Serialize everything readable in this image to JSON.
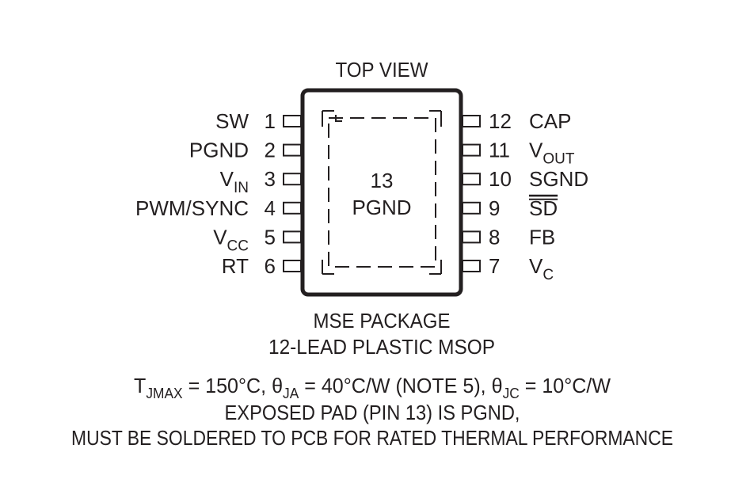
{
  "header": {
    "view_label": "TOP VIEW"
  },
  "left_pins": [
    {
      "num": "1",
      "name": "SW",
      "sub": "",
      "overline": false
    },
    {
      "num": "2",
      "name": "PGND",
      "sub": "",
      "overline": false
    },
    {
      "num": "3",
      "name": "V",
      "sub": "IN",
      "overline": false
    },
    {
      "num": "4",
      "name": "PWM/SYNC",
      "sub": "",
      "overline": false
    },
    {
      "num": "5",
      "name": "V",
      "sub": "CC",
      "overline": false
    },
    {
      "num": "6",
      "name": "RT",
      "sub": "",
      "overline": false
    }
  ],
  "right_pins": [
    {
      "num": "12",
      "name": "CAP",
      "sub": "",
      "overline": false
    },
    {
      "num": "11",
      "name": "V",
      "sub": "OUT",
      "overline": false
    },
    {
      "num": "10",
      "name": "SGND",
      "sub": "",
      "overline": false
    },
    {
      "num": "9",
      "name": "SD",
      "sub": "",
      "overline": true
    },
    {
      "num": "8",
      "name": "FB",
      "sub": "",
      "overline": false
    },
    {
      "num": "7",
      "name": "V",
      "sub": "C",
      "overline": false
    }
  ],
  "exposed_pad": {
    "num": "13",
    "name": "PGND"
  },
  "package": {
    "line1": "MSE PACKAGE",
    "line2": "12-LEAD PLASTIC MSOP"
  },
  "notes": {
    "tj_prefix": "T",
    "tj_sub": "JMAX",
    "tj_value": " = 150°C, ",
    "theta_ja_sym": "θ",
    "theta_ja_sub": "JA",
    "theta_ja_value": " = 40°C/W (NOTE 5), ",
    "theta_jc_sym": "θ",
    "theta_jc_sub": "JC",
    "theta_jc_value": " = 10°C/W",
    "line2": "EXPOSED PAD (PIN 13) IS PGND,",
    "line3": "MUST BE SOLDERED TO PCB FOR RATED THERMAL PERFORMANCE"
  }
}
